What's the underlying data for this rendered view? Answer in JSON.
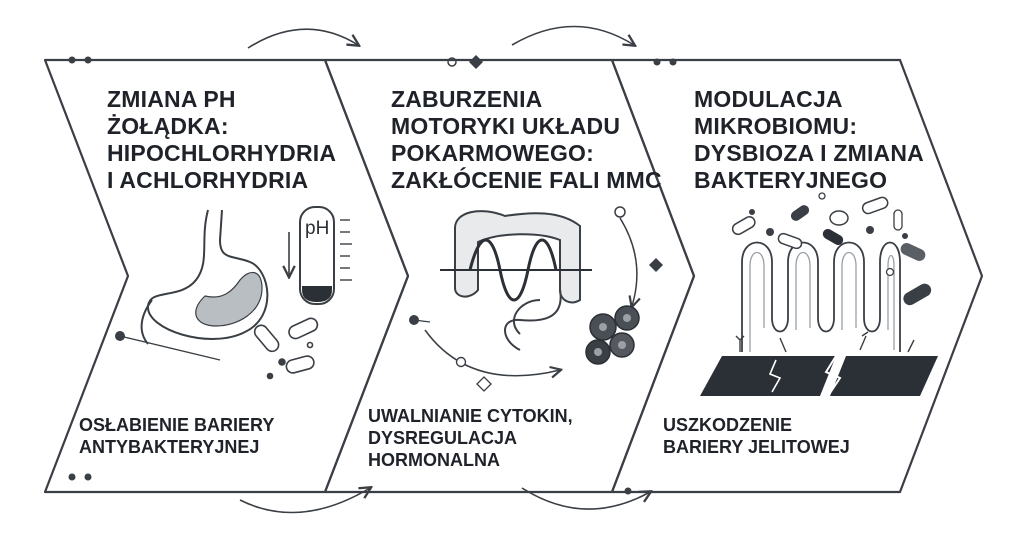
{
  "stages": [
    {
      "title_lines": [
        "ZMIANA PH",
        "ŻOŁĄDKA:",
        "HIPOCHLORHYDRIA",
        "I ACHLORHYDRIA"
      ],
      "caption_lines": [
        "OSŁABIENIE BARIERY",
        "ANTYBAKTERYJNEJ"
      ],
      "icons": [
        "stomach-icon",
        "ph-meter-icon",
        "bacteria-icon"
      ]
    },
    {
      "title_lines": [
        "ZABURZENIA",
        "MOTORYKI UKŁADU",
        "POKARMOWEGO:",
        "ZAKŁÓCENIE FALI MMC"
      ],
      "caption_lines": [
        "UWALNIANIE CYTOKIN,",
        "DYSREGULACJA",
        "HORMONALNA"
      ],
      "icons": [
        "intestine-icon",
        "wave-icon",
        "cytokine-cells-icon"
      ]
    },
    {
      "title_lines": [
        "MODULACJA",
        "MIKROBIOMU:",
        "DYSBIOZA I ZMIANA",
        "BAKTERYJNEGO"
      ],
      "caption_lines": [
        "USZKODZENIE",
        "BARIERY JELITOWEJ"
      ],
      "icons": [
        "villi-icon",
        "microbes-icon",
        "broken-barrier-icon"
      ]
    }
  ],
  "ph_meter": {
    "label": "pH"
  },
  "colors": {
    "stroke": "#3a3f45",
    "dark": "#2b2f36",
    "mid": "#9aa0a6",
    "light": "#d7dadd"
  }
}
